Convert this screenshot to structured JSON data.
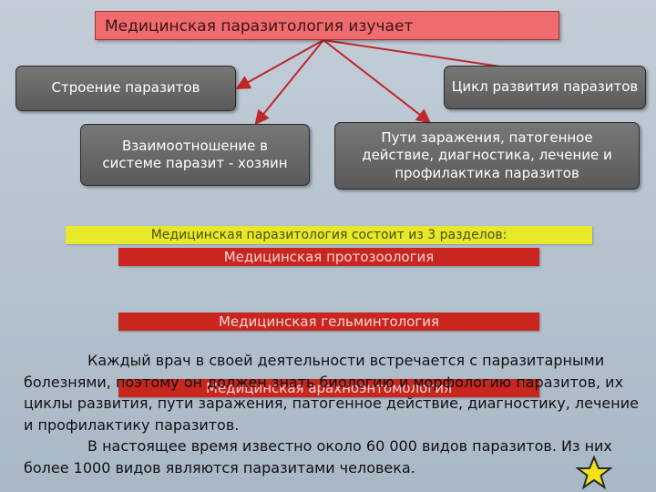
{
  "title": "Медицинская паразитология изучает",
  "topics": [
    "Строение паразитов",
    "Цикл развития паразитов",
    "Взаимоотношение в системе паразит - хозяин",
    "Пути заражения, патогенное действие, диагностика, лечение и профилактика паразитов"
  ],
  "sections_header": "Медицинская паразитология состоит из 3 разделов:",
  "sections": [
    "Медицинская протозоология",
    "Медицинская гельминтология",
    "Медицинская арахноэнтомология"
  ],
  "paragraphs": [
    "Каждый врач в своей деятельности встречается с паразитарными болезнями, поэтому он должен знать биологию и морфологию паразитов, их циклы развития, пути заражения, патогенное действие, диагностику, лечение и профилактику паразитов.",
    "В настоящее время известно около 60 000 видов паразитов. Из них более 1000 видов являются паразитами человека."
  ],
  "colors": {
    "title_bg": "#ef6b6e",
    "arrow": "#c0262a",
    "box_bg": "#666666",
    "yellow_bar": "#e8e82a",
    "red_bar": "#c8261f",
    "star": "#f2e21a"
  },
  "icons": [
    "star-icon"
  ]
}
